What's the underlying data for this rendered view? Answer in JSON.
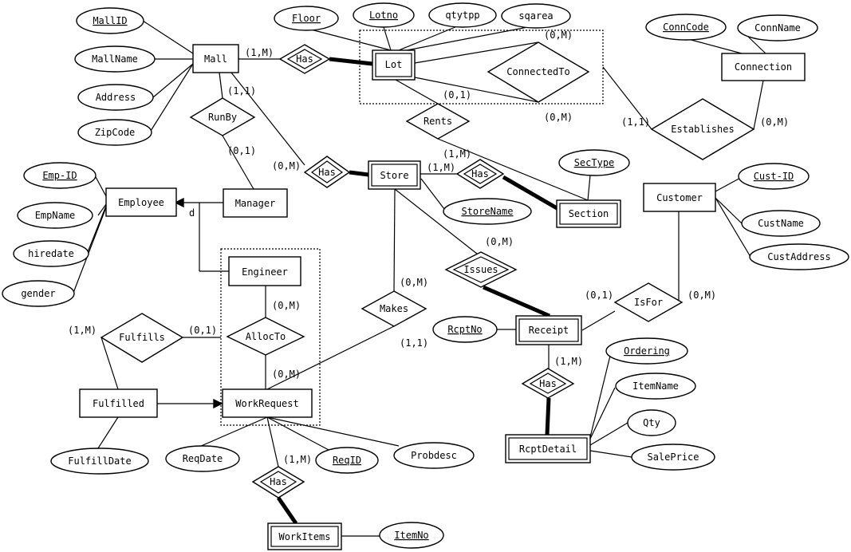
{
  "entities": {
    "mall": "Mall",
    "lot": "Lot",
    "connection": "Connection",
    "store": "Store",
    "section": "Section",
    "customer": "Customer",
    "employee": "Employee",
    "manager": "Manager",
    "engineer": "Engineer",
    "receipt": "Receipt",
    "rcptdetail": "RcptDetail",
    "fulfilled": "Fulfilled",
    "workrequest": "WorkRequest",
    "workitems": "WorkItems"
  },
  "relationships": {
    "mall_lot_has": "Has",
    "connectedto": "ConnectedTo",
    "establishes": "Establishes",
    "runby": "RunBy",
    "rents": "Rents",
    "mall_store_has": "Has",
    "store_section_has": "Has",
    "issues": "Issues",
    "isfor": "IsFor",
    "makes": "Makes",
    "allocto": "AllocTo",
    "fulfills": "Fulfills",
    "receipt_detail_has": "Has",
    "workreq_items_has": "Has"
  },
  "attributes": {
    "mallid": "MallID",
    "mallname": "MallName",
    "address": "Address",
    "zipcode": "ZipCode",
    "floor": "Floor",
    "lotno": "Lotno",
    "qtytpp": "qtytpp",
    "sqarea": "sqarea",
    "conncode": "ConnCode",
    "connname": "ConnName",
    "sectype": "SecType",
    "storename": "StoreName",
    "custid": "Cust-ID",
    "custname": "CustName",
    "custaddress": "CustAddress",
    "empid": "Emp-ID",
    "empname": "EmpName",
    "hiredate": "hiredate",
    "gender": "gender",
    "rcptno": "RcptNo",
    "ordering": "Ordering",
    "itemname": "ItemName",
    "qty": "Qty",
    "saleprice": "SalePrice",
    "fulfilldate": "FulfillDate",
    "reqdate": "ReqDate",
    "reqid": "ReqID",
    "probdesc": "Probdesc",
    "itemno": "ItemNo"
  },
  "cardinalities": {
    "mall_has_lot": "(1,M)",
    "lot_connectedto_top": "(0,M)",
    "lot_connectedto_bottom": "(0,M)",
    "lot_rents": "(0,1)",
    "connection_establishes_left": "(1,1)",
    "connection_establishes_right": "(0,M)",
    "mall_runby": "(1,1)",
    "runby_manager": "(0,1)",
    "mall_has_store": "(0,M)",
    "store_has_section": "(1,M)",
    "rents_section": "(1,M)",
    "store_issues": "(0,M)",
    "isfor_receipt": "(0,1)",
    "isfor_customer": "(0,M)",
    "store_makes": "(0,M)",
    "makes_workrequest": "(1,1)",
    "engineer_allocto": "(0,M)",
    "allocto_workrequest": "(0,M)",
    "fulfills_left": "(1,M)",
    "fulfills_right": "(0,1)",
    "receipt_has_detail": "(1,M)",
    "workrequest_has_items": "(1,M)"
  },
  "specialization": {
    "disjoint_marker": "d"
  }
}
